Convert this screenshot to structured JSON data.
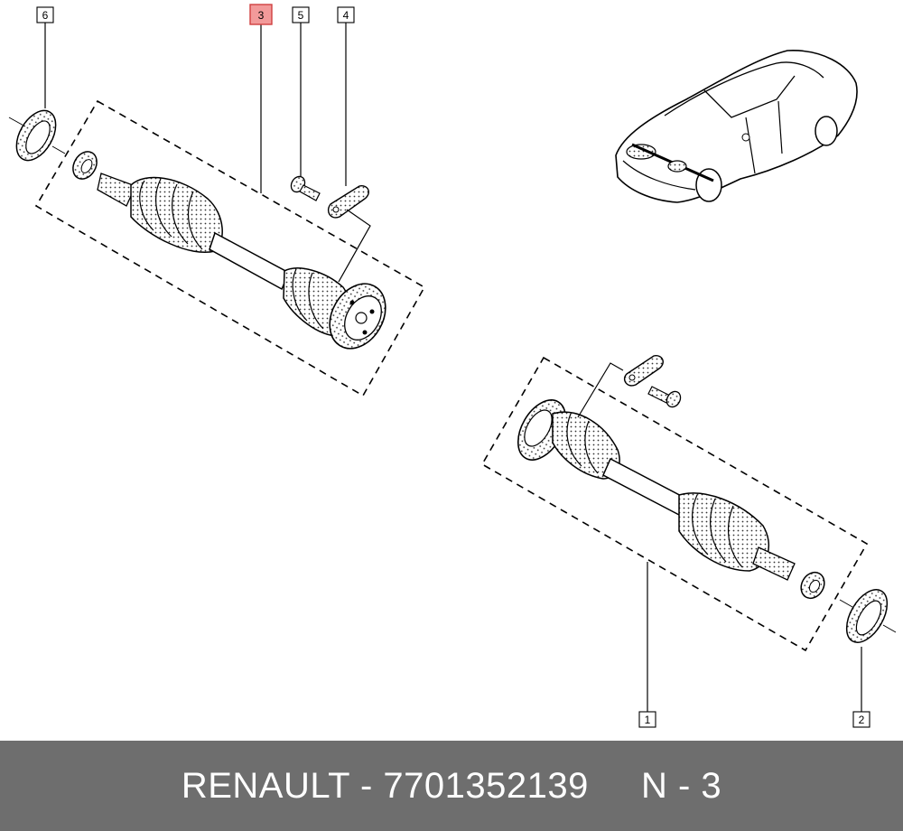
{
  "callouts": [
    {
      "label": "6",
      "highlighted": false
    },
    {
      "label": "3",
      "highlighted": true
    },
    {
      "label": "5",
      "highlighted": false
    },
    {
      "label": "4",
      "highlighted": false
    },
    {
      "label": "1",
      "highlighted": false
    },
    {
      "label": "2",
      "highlighted": false
    }
  ],
  "footer": {
    "brand": "RENAULT",
    "separator": " - ",
    "part_number": "7701352139",
    "position_label": "N - 3"
  },
  "colors": {
    "highlight_fill": "#f29a9a",
    "highlight_stroke": "#d04040",
    "footer_bg": "#6e6e6e",
    "footer_text": "#ffffff",
    "line": "#000000"
  }
}
